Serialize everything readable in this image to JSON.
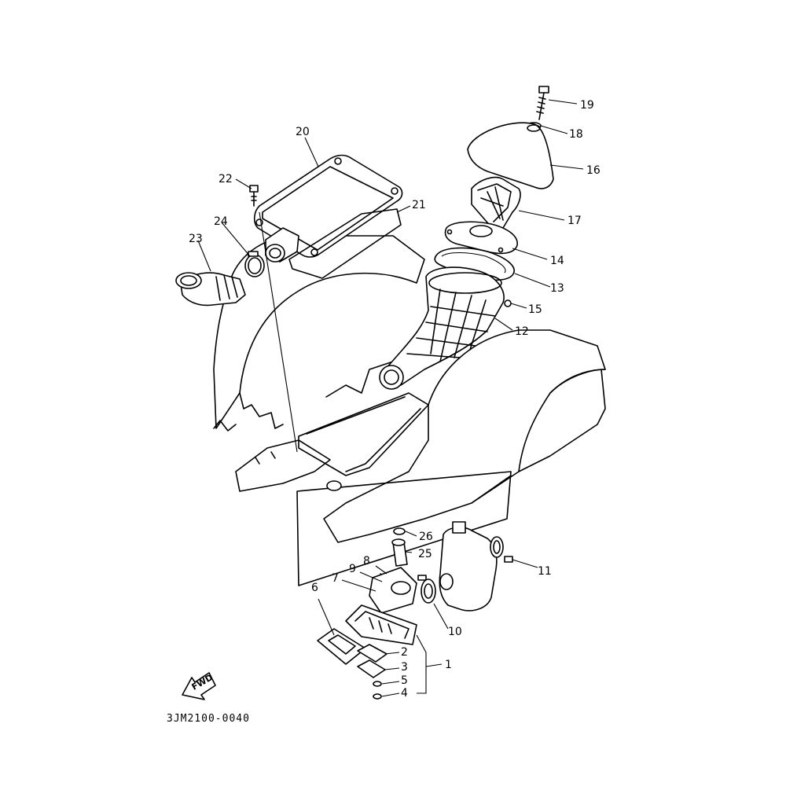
{
  "diagram": {
    "code": "3JM2100-0040",
    "direction_label": "FWD",
    "callouts": [
      "1",
      "2",
      "3",
      "4",
      "5",
      "6",
      "7",
      "8",
      "9",
      "10",
      "11",
      "12",
      "13",
      "14",
      "15",
      "16",
      "17",
      "18",
      "19",
      "20",
      "21",
      "22",
      "23",
      "24",
      "25",
      "26"
    ]
  }
}
